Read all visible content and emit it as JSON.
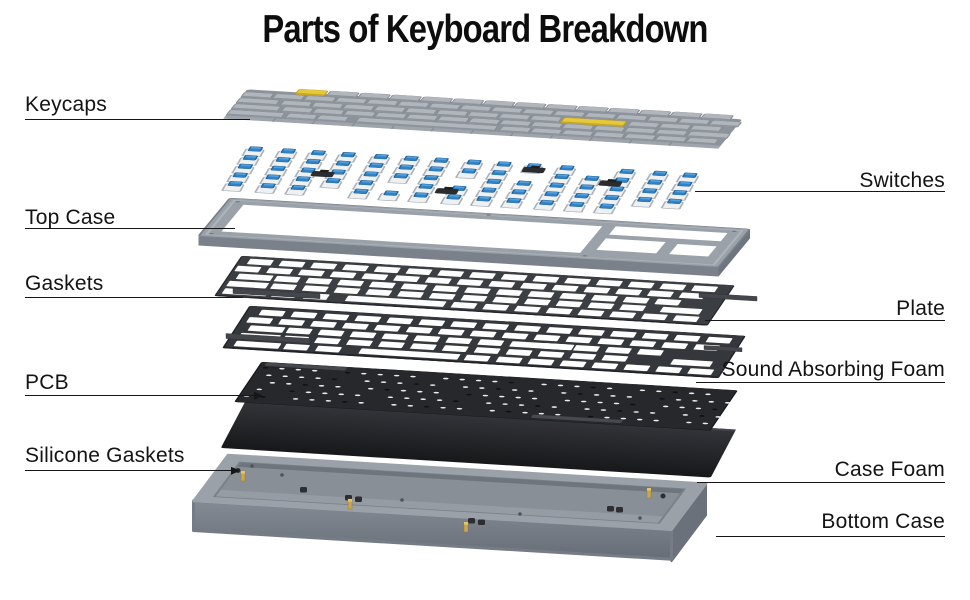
{
  "title": "Parts of Keyboard Breakdown",
  "diagram": {
    "parts_left": [
      {
        "id": "keycaps",
        "label": "Keycaps"
      },
      {
        "id": "top-case",
        "label": "Top Case"
      },
      {
        "id": "gaskets",
        "label": "Gaskets"
      },
      {
        "id": "pcb",
        "label": "PCB"
      },
      {
        "id": "silicone-gaskets",
        "label": "Silicone Gaskets"
      }
    ],
    "parts_right": [
      {
        "id": "switches",
        "label": "Switches"
      },
      {
        "id": "plate",
        "label": "Plate"
      },
      {
        "id": "sound-absorbing-foam",
        "label": "Sound Absorbing Foam"
      },
      {
        "id": "case-foam",
        "label": "Case Foam"
      },
      {
        "id": "bottom-case",
        "label": "Bottom Case"
      }
    ],
    "colors": {
      "label_text": "#141414",
      "leader_line": "#161616",
      "keycap_gray": "#b1b6bd",
      "accent_yellow": "#e6c838",
      "switch_blue": "#2f82c7",
      "switch_housing": "#eef0f2",
      "top_case_gray": "#9aa1a9",
      "plate_dark": "#3b3f44",
      "foam_dark": "#34373c",
      "pcb_dark": "#26282c",
      "case_foam_black": "#17181a",
      "bottom_case_gray": "#9aa1a9",
      "brass_pin": "#c8a74e"
    }
  }
}
